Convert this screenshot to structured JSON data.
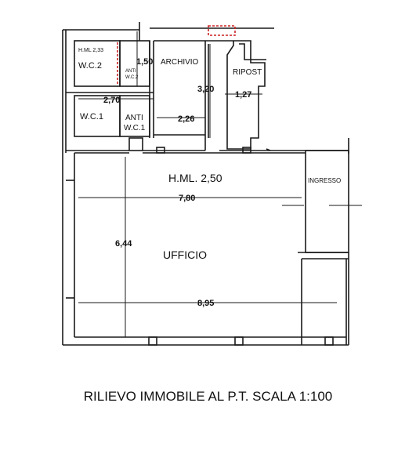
{
  "plan": {
    "caption": "RILIEVO IMMOBILE AL P.T. SCALA 1:100",
    "rooms": {
      "wc2": "W.C.2",
      "hml_wc": "H.ML 2,33",
      "anti_wc2_a": "ANTI",
      "anti_wc2_b": "W.C.2",
      "archivio": "ARCHIVIO",
      "ripost": "RIPOST",
      "wc1": "W.C.1",
      "anti_wc1_a": "ANTI",
      "anti_wc1_b": "W.C.1",
      "hml_main": "H.ML. 2,50",
      "ingresso": "INGRESSO",
      "ufficio": "UFFICIO"
    },
    "dimensions": {
      "d150": "1,50",
      "d320": "3,20",
      "d127": "1,27",
      "d270": "2,70",
      "d226": "2,26",
      "d780": "7,80",
      "d644": "6,44",
      "d895": "8,95"
    },
    "colors": {
      "walls": "#1a1a1a",
      "accent": "#cc2222"
    }
  }
}
